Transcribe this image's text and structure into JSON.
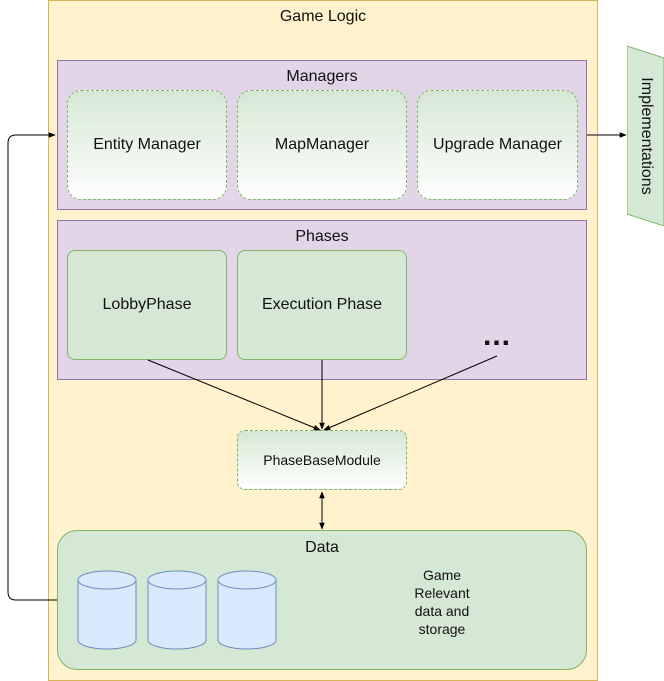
{
  "container": {
    "title": "Game Logic"
  },
  "managers": {
    "title": "Managers",
    "items": [
      {
        "label": "Entity Manager"
      },
      {
        "label": "MapManager"
      },
      {
        "label": "Upgrade Manager"
      }
    ]
  },
  "phases": {
    "title": "Phases",
    "items": [
      {
        "label": "LobbyPhase"
      },
      {
        "label": "Execution Phase"
      }
    ],
    "more": "..."
  },
  "base_module": {
    "label": "PhaseBaseModule"
  },
  "data": {
    "title": "Data",
    "description_lines": [
      "Game",
      "Relevant",
      "data and",
      "storage"
    ]
  },
  "implementations": {
    "label": "Implementations"
  },
  "colors": {
    "container_fill": "#fff2cc",
    "container_stroke": "#d6b656",
    "panel_fill": "#e1d5e7",
    "panel_stroke": "#9673a6",
    "green_fill": "#d5e8d4",
    "green_stroke": "#82b366",
    "cylinder_fill": "#dae8fc",
    "cylinder_stroke": "#6c8ebf"
  }
}
